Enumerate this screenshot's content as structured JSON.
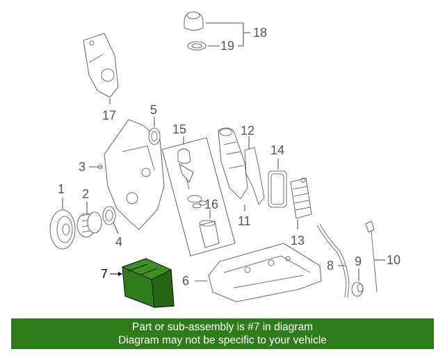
{
  "highlight_color": "#2f7d1a",
  "callouts": {
    "c1": "1",
    "c2": "2",
    "c3": "3",
    "c4": "4",
    "c5": "5",
    "c6": "6",
    "c7": "7",
    "c8": "8",
    "c9": "9",
    "c10": "10",
    "c11": "11",
    "c12": "12",
    "c13": "13",
    "c14": "14",
    "c15": "15",
    "c16": "16",
    "c17": "17",
    "c18": "18",
    "c19": "19"
  },
  "banner": {
    "line1": "Part or sub-assembly is #7 in diagram",
    "line2": "Diagram may not be specific to your vehicle"
  }
}
